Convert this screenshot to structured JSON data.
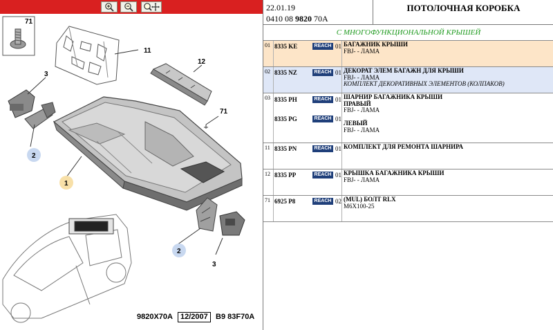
{
  "toolbar": {
    "buttons": [
      {
        "name": "zoom-in",
        "icon": "zoom-in-icon"
      },
      {
        "name": "zoom-out",
        "icon": "zoom-out-icon"
      },
      {
        "name": "zoom-pan",
        "icon": "zoom-pan-icon"
      }
    ]
  },
  "diagram": {
    "callouts": {
      "c71a": "71",
      "c11": "11",
      "c12": "12",
      "c3a": "3",
      "c71b": "71",
      "c2a": "2",
      "c1": "1",
      "c2b": "2",
      "c3b": "3"
    },
    "ref_left": "9820X70A",
    "ref_date": "12/2007",
    "ref_right": "B9 83F70A"
  },
  "header": {
    "date": "22.01.19",
    "ref_prefix": "0410 08 ",
    "ref_bold": "9820",
    "ref_suffix": " 70A",
    "title": "ПОТОЛОЧНАЯ КОРОБКА"
  },
  "subtitle": "С МНОГОФУНКЦИОНАЛЬНОЙ КРЫШЕЙ",
  "reach_label": "REACH",
  "rows": [
    {
      "pos": "01",
      "parts": [
        {
          "code": "8335 KE",
          "qty": "01"
        }
      ],
      "lines": [
        {
          "text": "БАГАЖНИК КРЫШИ",
          "style": "t"
        },
        {
          "text": "FBJ- - ЛАМА",
          "style": "s"
        }
      ]
    },
    {
      "pos": "02",
      "parts": [
        {
          "code": "8335 NZ",
          "qty": "01"
        }
      ],
      "lines": [
        {
          "text": "ДЕКОРАТ ЭЛЕМ БАГАЖН ДЛЯ КРЫШИ",
          "style": "t"
        },
        {
          "text": "FBJ- - ЛАМА",
          "style": "s"
        },
        {
          "text": "КОМПЛЕКТ ДЕКОРАТИВНЫХ ЭЛЕМЕНТОВ (КОЛПАКОВ)",
          "style": "i"
        }
      ]
    },
    {
      "pos": "03",
      "parts": [
        {
          "code": "8335 PH",
          "qty": "01"
        },
        {
          "code": "8335 PG",
          "qty": "01"
        }
      ],
      "lines": [
        {
          "text": "ШАРНИР БАГАЖНИКА КРЫШИ",
          "style": "t"
        },
        {
          "text": "ПРАВЫЙ",
          "style": "t"
        },
        {
          "text": "FBJ- - ЛАМА",
          "style": "s"
        },
        {
          "text": "",
          "style": "s"
        },
        {
          "text": "ЛЕВЫЙ",
          "style": "t"
        },
        {
          "text": "FBJ- - ЛАМА",
          "style": "s"
        }
      ]
    },
    {
      "pos": "11",
      "parts": [
        {
          "code": "8335 PN",
          "qty": "01"
        }
      ],
      "lines": [
        {
          "text": "КОМПЛЕКТ ДЛЯ РЕМОНТА ШАРНИРА",
          "style": "t"
        }
      ]
    },
    {
      "pos": "12",
      "parts": [
        {
          "code": "8335 PP",
          "qty": "01"
        }
      ],
      "lines": [
        {
          "text": "КРЫШКА БАГАЖНИКА КРЫШИ",
          "style": "t"
        },
        {
          "text": "FBJ- - ЛАМА",
          "style": "s"
        }
      ]
    },
    {
      "pos": "71",
      "parts": [
        {
          "code": "6925 P8",
          "qty": "02"
        }
      ],
      "lines": [
        {
          "text": "(MUL) БОЛТ RLX",
          "style": "t"
        },
        {
          "text": "M6X100-25",
          "style": "s"
        }
      ]
    }
  ],
  "colors": {
    "toolbar": "#d92020",
    "selected_row_1": "#fde5c8",
    "selected_row_2": "#dfe7f7",
    "subtitle": "#1e9a1e",
    "reach_badge": "#1f3f7a",
    "callout_blue": "#c8d8f0",
    "callout_yellow": "#f8e0a8"
  }
}
